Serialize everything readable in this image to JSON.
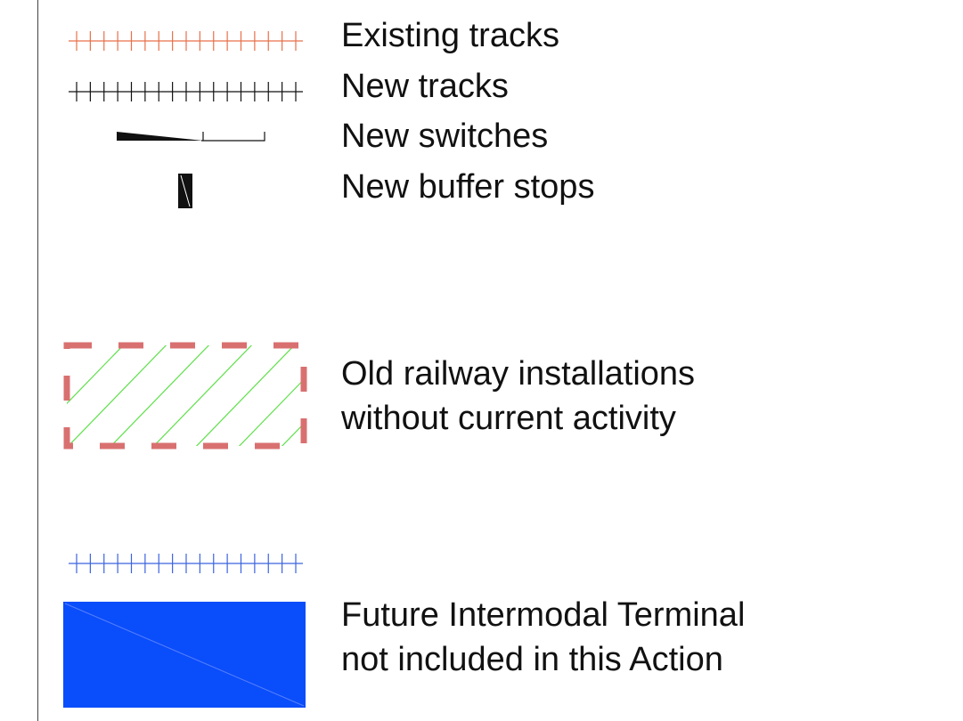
{
  "colors": {
    "existing_tracks": "#e8704a",
    "new_tracks": "#111111",
    "old_installations_border": "#d97070",
    "old_installations_hatch": "#5ee04a",
    "future_track": "#3b63e0",
    "future_terminal_fill": "#0a4dfa",
    "text": "#111111"
  },
  "legend": {
    "items": [
      {
        "symbol": "track-tick-line-icon",
        "color_key": "existing_tracks",
        "label": "Existing tracks"
      },
      {
        "symbol": "track-tick-line-icon",
        "color_key": "new_tracks",
        "label": "New tracks"
      },
      {
        "symbol": "switch-icon",
        "color_key": "new_tracks",
        "label": "New switches"
      },
      {
        "symbol": "buffer-stop-icon",
        "color_key": "new_tracks",
        "label": "New buffer stops"
      },
      {
        "symbol": "hatched-dashed-rectangle-icon",
        "label_lines": [
          "Old railway installations",
          "without current activity"
        ]
      },
      {
        "symbol": "blue-track-and-filled-rectangle-icon",
        "label_lines": [
          "Future Intermodal Terminal",
          "not included in this Action"
        ]
      }
    ]
  }
}
